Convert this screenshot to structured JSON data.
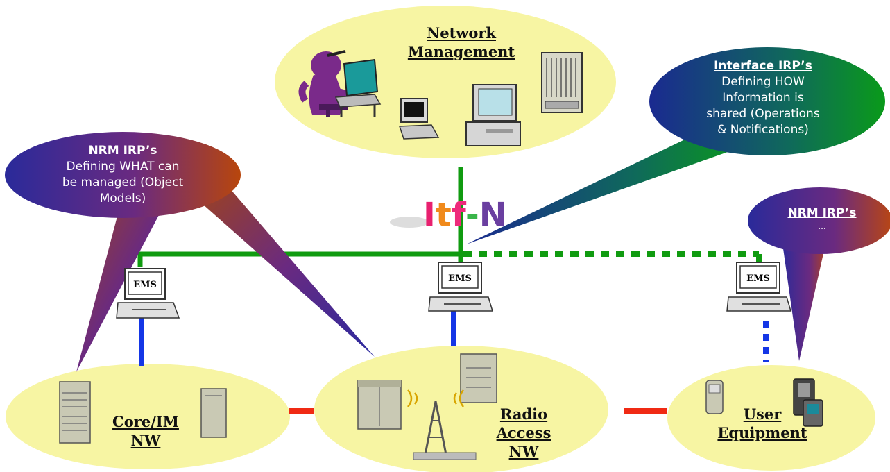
{
  "nodes": {
    "network_management": {
      "line1": "Network",
      "line2": "Management"
    },
    "core": {
      "line1": "Core/IM",
      "line2": "NW"
    },
    "radio": {
      "line1": "Radio",
      "line2": "Access",
      "line3": "NW"
    },
    "user": {
      "line1": "User",
      "line2": "Equipment"
    }
  },
  "ems": {
    "label": "EMS"
  },
  "interface": {
    "label_parts": [
      "I",
      "t",
      "f",
      "-",
      "N"
    ],
    "colors": [
      "#e8206f",
      "#f08a1c",
      "#ee2a7b",
      "#3ab54a",
      "#6a3fa0"
    ]
  },
  "bubbles": {
    "nrm_left": {
      "title": "NRM IRP’s",
      "lines": [
        "Defining WHAT can",
        "be managed (Object",
        "Models)"
      ]
    },
    "interface_irp": {
      "title": "Interface IRP’s",
      "lines": [
        "Defining HOW",
        "Information is",
        "shared (Operations",
        "& Notifications)"
      ]
    },
    "nrm_right": {
      "title": "NRM IRP’s",
      "lines": [
        "..."
      ]
    }
  },
  "colors": {
    "ellipse_fill": "#f7f5a3",
    "green_link": "#109b10",
    "blue_link": "#1436e6",
    "red_link": "#f02a14",
    "equipment": "#c9c9b4"
  }
}
